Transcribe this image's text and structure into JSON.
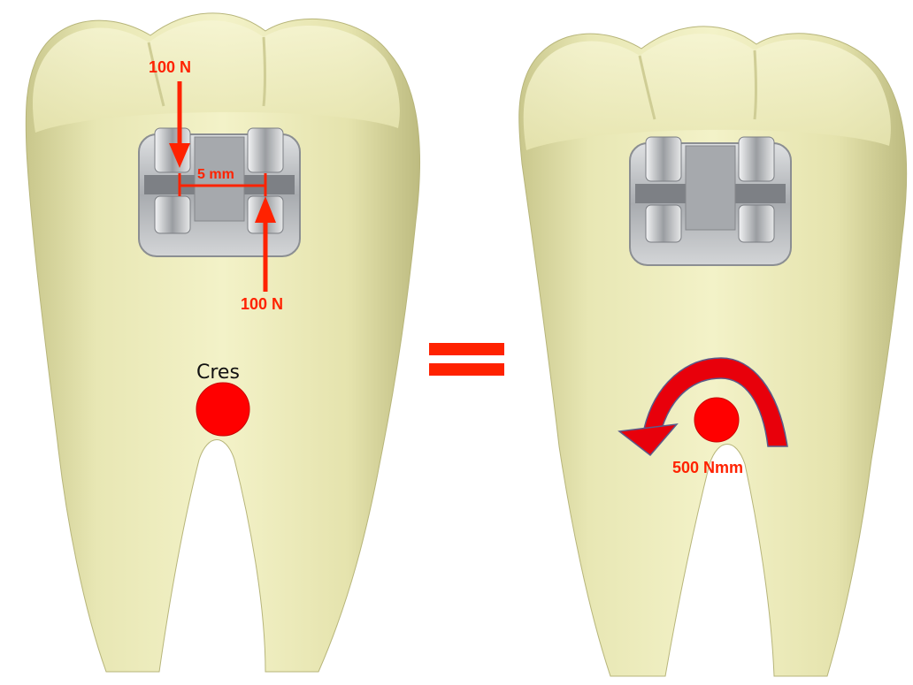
{
  "labels": {
    "force_top": "100 N",
    "force_bottom": "100 N",
    "distance": "5 mm",
    "cres": "Cres",
    "moment": "500 Nmm"
  },
  "colors": {
    "accent": "#ff2200",
    "cres_dot": "#ff0000",
    "moment_arrow": "#e8000b",
    "tooth": "#ecebb8",
    "tooth_shadow": "#c9c78c",
    "bracket": "#b9bcbf"
  },
  "icons": {
    "left_tooth": "molar-tooth-with-bracket",
    "right_tooth": "molar-tooth-with-bracket",
    "equivalence": "equals-sign-icon",
    "moment": "curved-arrow-icon"
  }
}
